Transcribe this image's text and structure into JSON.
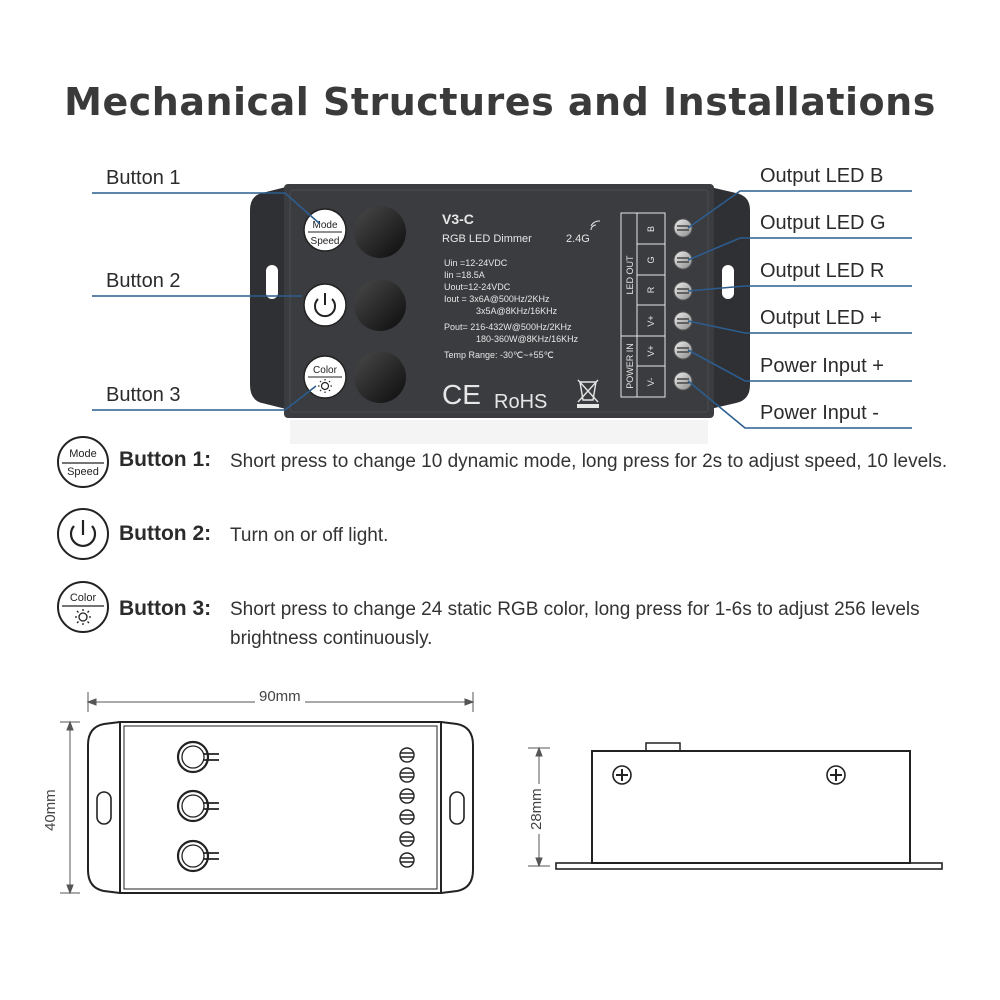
{
  "title": "Mechanical Structures and Installations",
  "colors": {
    "leader": "#2c5d8f",
    "device": "#3b3c40",
    "text": "#333333"
  },
  "callouts_left": [
    {
      "label": "Button 1"
    },
    {
      "label": "Button 2"
    },
    {
      "label": "Button 3"
    }
  ],
  "callouts_right": [
    {
      "label": "Output LED B"
    },
    {
      "label": "Output LED G"
    },
    {
      "label": "Output LED R"
    },
    {
      "label": "Output LED +"
    },
    {
      "label": "Power Input +"
    },
    {
      "label": "Power Input -"
    }
  ],
  "device": {
    "model": "V3-C",
    "name": "RGB LED Dimmer",
    "frequency": "2.4G",
    "specs": [
      "Uin =12-24VDC",
      "Iin    =18.5A",
      "Uout=12-24VDC",
      "Iout = 3x6A@500Hz/2KHz",
      "3x5A@8KHz/16KHz",
      "Pout= 216-432W@500Hz/2KHz",
      "180-360W@8KHz/16KHz",
      "Temp Range: -30℃~+55℃"
    ],
    "ce": "CE",
    "rohs": "RoHS",
    "led_out_label": "LED OUT",
    "power_in_label": "POWER IN",
    "terminals": [
      "B",
      "G",
      "R",
      "V+",
      "V+",
      "V-"
    ],
    "button_icons": {
      "mode_top": "Mode",
      "mode_bottom": "Speed",
      "color": "Color"
    }
  },
  "descriptions": [
    {
      "label": "Button 1:",
      "text": "Short press to change 10 dynamic mode, long press for 2s to adjust speed, 10 levels."
    },
    {
      "label": "Button 2:",
      "text": "Turn on or off light."
    },
    {
      "label": "Button 3:",
      "text": "Short press to change 24 static RGB color, long press for 1-6s to adjust 256 levels brightness continuously."
    }
  ],
  "dimensions": {
    "width": "90mm",
    "height": "40mm",
    "depth": "28mm"
  }
}
